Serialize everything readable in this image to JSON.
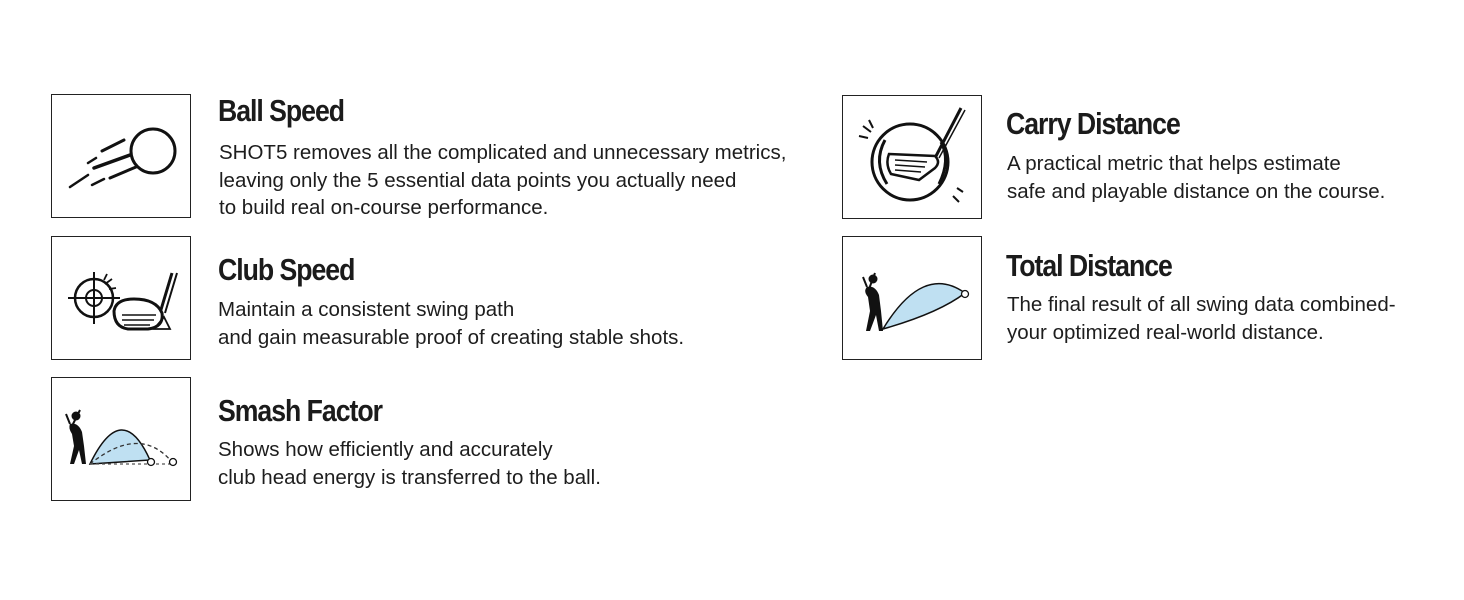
{
  "features": [
    {
      "id": "ball-speed",
      "title": "Ball Speed",
      "icon": "ball-speed-icon",
      "lines": [
        "SHOT5 removes all the complicated and unnecessary metrics,",
        "leaving only the 5 essential data points you actually need",
        "to build real on-course performance."
      ]
    },
    {
      "id": "club-speed",
      "title": "Club Speed",
      "icon": "club-speed-icon",
      "lines": [
        "Maintain a consistent swing path",
        "and gain measurable proof of creating stable shots."
      ]
    },
    {
      "id": "smash-factor",
      "title": "Smash Factor",
      "icon": "smash-factor-icon",
      "lines": [
        "Shows how efficiently and accurately",
        "club head energy is transferred to the ball."
      ]
    },
    {
      "id": "carry-distance",
      "title": "Carry Distance",
      "icon": "carry-distance-icon",
      "lines": [
        "A practical metric that helps estimate",
        "safe and playable distance on the course."
      ]
    },
    {
      "id": "total-distance",
      "title": "Total Distance",
      "icon": "total-distance-icon",
      "lines": [
        "The final result of all swing data combined-",
        "your optimized real-world distance."
      ]
    }
  ],
  "colors": {
    "text": "#1d1d1d",
    "border": "#222222",
    "trajectory_fill": "#bfe0f2"
  }
}
